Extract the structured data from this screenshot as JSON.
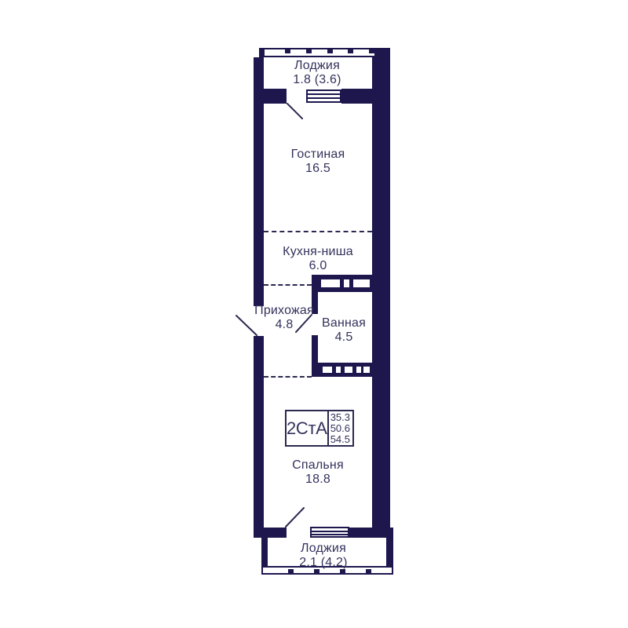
{
  "plan": {
    "rooms": {
      "loggia_top": {
        "name": "Лоджия",
        "area": "1.8 (3.6)"
      },
      "living": {
        "name": "Гостиная",
        "area": "16.5"
      },
      "kitchen": {
        "name": "Кухня-ниша",
        "area": "6.0"
      },
      "hallway": {
        "name": "Прихожая",
        "area": "4.8"
      },
      "bathroom": {
        "name": "Ванная",
        "area": "4.5"
      },
      "bedroom": {
        "name": "Спальня",
        "area": "18.8"
      },
      "loggia_bottom": {
        "name": "Лоджия",
        "area": "2.1 (4.2)"
      }
    },
    "unit_badge": {
      "type": "2СтА",
      "areas": [
        "35.3",
        "50.6",
        "54.5"
      ]
    },
    "colors": {
      "wall": "#1d174e",
      "line": "#2b2950",
      "text": "#34325c",
      "background": "#ffffff"
    }
  }
}
